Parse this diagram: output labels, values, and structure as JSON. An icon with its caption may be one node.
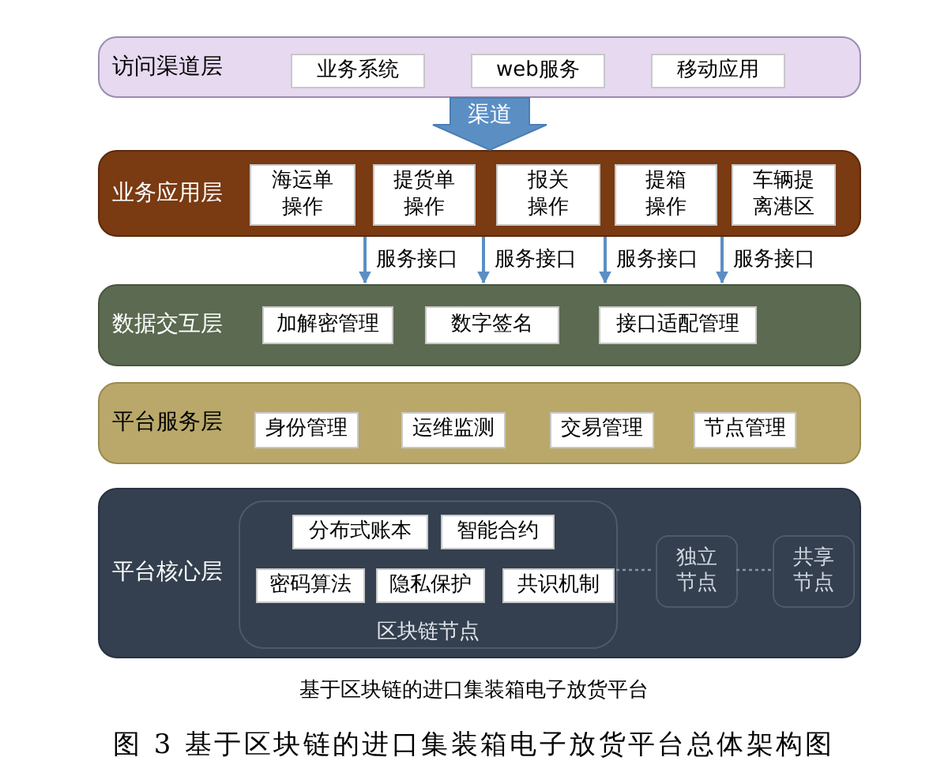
{
  "diagram": {
    "caption": "图 3 基于区块链的进口集装箱电子放货平台总体架构图",
    "nodes": [
      {
        "text": [
          "访问渠道层"
        ]
      },
      {
        "text": [
          "业务系统"
        ],
        "in": 0
      },
      {
        "text": [
          "web服务"
        ],
        "in": 0
      },
      {
        "text": [
          "移动应用"
        ],
        "in": 0
      },
      {
        "text": [
          "业务应用层"
        ]
      },
      {
        "text": [
          "海运单操作"
        ],
        "in": 4
      },
      {
        "text": [
          "提货单操作"
        ],
        "in": 4
      },
      {
        "text": [
          "报关操作"
        ],
        "in": 4
      },
      {
        "text": [
          "提箱操作"
        ],
        "in": 4
      },
      {
        "text": [
          "车辆提离港区"
        ],
        "in": 4
      },
      {
        "text": [
          "数据交互层"
        ]
      },
      {
        "text": [
          "加解密管理"
        ],
        "in": 10
      },
      {
        "text": [
          "数字签名"
        ],
        "in": 10
      },
      {
        "text": [
          "接口适配管理"
        ],
        "in": 10
      },
      {
        "text": [
          "平台服务层"
        ]
      },
      {
        "text": [
          "身份管理"
        ],
        "in": 14
      },
      {
        "text": [
          "运维监测"
        ],
        "in": 14
      },
      {
        "text": [
          "交易管理"
        ],
        "in": 14
      },
      {
        "text": [
          "节点管理"
        ],
        "in": 14
      },
      {
        "text": [
          "平台核心层"
        ]
      },
      {
        "text": [
          "区块链节点"
        ],
        "in": 19
      },
      {
        "text": [
          "分布式账本"
        ],
        "in": 20
      },
      {
        "text": [
          "智能合约"
        ],
        "in": 20
      },
      {
        "text": [
          "密码算法"
        ],
        "in": 20
      },
      {
        "text": [
          "隐私保护"
        ],
        "in": 20
      },
      {
        "text": [
          "共识机制"
        ],
        "in": 20
      },
      {
        "text": [
          "独立节点"
        ],
        "in": 19
      },
      {
        "text": [
          "共享节点"
        ],
        "in": 19
      }
    ],
    "edges": [
      {
        "from": 0,
        "to": 4,
        "arrow": "to",
        "label": "渠道",
        "style": "thick"
      },
      {
        "from": 4,
        "to": 10,
        "arrow": "to",
        "label": "服务接口"
      },
      {
        "from": 4,
        "to": 10,
        "arrow": "to",
        "label": "服务接口"
      },
      {
        "from": 4,
        "to": 10,
        "arrow": "to",
        "label": "服务接口"
      },
      {
        "from": 4,
        "to": 10,
        "arrow": "to",
        "label": "服务接口"
      },
      {
        "from": 20,
        "to": 26,
        "arrow": "none",
        "style": "dashed"
      },
      {
        "from": 26,
        "to": 27,
        "arrow": "none",
        "style": "dashed"
      }
    ],
    "labels": [
      "基于区块链的进口集装箱电子放货平台"
    ]
  }
}
